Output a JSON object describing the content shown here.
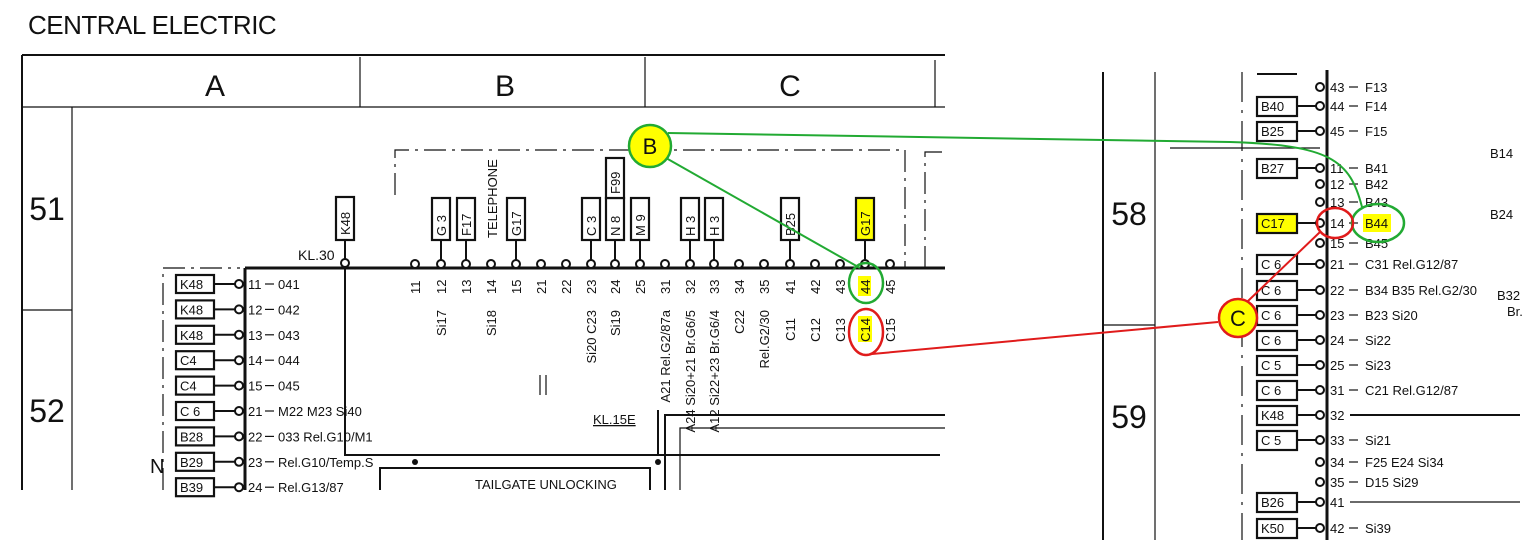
{
  "title": "CENTRAL ELECTRIC",
  "left_sheet": {
    "columns": [
      "A",
      "B",
      "C"
    ],
    "rows": [
      "51",
      "52"
    ],
    "kl30_label": "KL.30",
    "kl30_box": "K48",
    "kl15e_label": "KL.15E",
    "tailgate_label": "TAILGATE UNLOCKING",
    "telephone_label": "TELEPHONE",
    "n_label": "N",
    "callout_b": "B",
    "top_terminals": [
      {
        "num": "11",
        "box": "",
        "note": ""
      },
      {
        "num": "12",
        "box": "G 3",
        "note": "Si17"
      },
      {
        "num": "13",
        "box": "F17",
        "note": ""
      },
      {
        "num": "14",
        "box": "",
        "note": "Si18"
      },
      {
        "num": "15",
        "box": "G17",
        "note": ""
      },
      {
        "num": "21",
        "box": "",
        "note": ""
      },
      {
        "num": "22",
        "box": "",
        "note": ""
      },
      {
        "num": "23",
        "box": "C 3",
        "note": "Si20  C23"
      },
      {
        "num": "24",
        "box": "N 8",
        "box2": "F99",
        "note": "Si19"
      },
      {
        "num": "25",
        "box": "M 9",
        "note": ""
      },
      {
        "num": "31",
        "box": "",
        "note": "A21  Rel.G2/87a"
      },
      {
        "num": "32",
        "box": "H 3",
        "note": "A24  Si20+21  Br.G6/5"
      },
      {
        "num": "33",
        "box": "H 3",
        "note": "A12  Si22+23  Br.G6/4"
      },
      {
        "num": "34",
        "box": "",
        "note": "C22"
      },
      {
        "num": "35",
        "box": "",
        "note": "Rel.G2/30"
      },
      {
        "num": "41",
        "box": "B25",
        "note": "C11"
      },
      {
        "num": "42",
        "box": "",
        "note": "C12"
      },
      {
        "num": "43",
        "box": "",
        "note": "C13"
      },
      {
        "num": "44",
        "box": "G17",
        "note": "C14",
        "highlight": true
      },
      {
        "num": "45",
        "box": "",
        "note": "C15"
      }
    ],
    "side_terminals": [
      {
        "box": "K48",
        "num": "11",
        "text": "041"
      },
      {
        "box": "K48",
        "num": "12",
        "text": "042"
      },
      {
        "box": "K48",
        "num": "13",
        "text": "043"
      },
      {
        "box": "C4",
        "num": "14",
        "text": "044"
      },
      {
        "box": "C4",
        "num": "15",
        "text": "045"
      },
      {
        "box": "C 6",
        "num": "21",
        "text": "M22   M23  Si40"
      },
      {
        "box": "B28",
        "num": "22",
        "text": "033     Rel.G10/M1"
      },
      {
        "box": "B29",
        "num": "23",
        "text": "Rel.G10/Temp.S"
      },
      {
        "box": "B39",
        "num": "24",
        "text": "Rel.G13/87"
      }
    ]
  },
  "right_sheet": {
    "rows": [
      "58",
      "59"
    ],
    "callout_c": "C",
    "terminals": [
      {
        "box": "",
        "num": "43",
        "text": "F13"
      },
      {
        "box": "B40",
        "num": "44",
        "text": "F14"
      },
      {
        "box": "B25",
        "num": "45",
        "text": "F15"
      },
      {
        "box": "B27",
        "num": "11",
        "text": "B41"
      },
      {
        "box": "",
        "num": "12",
        "text": "B42"
      },
      {
        "box": "",
        "num": "13",
        "text": "B43"
      },
      {
        "box": "C17",
        "num": "14",
        "text": "B44",
        "highlight": true
      },
      {
        "box": "",
        "num": "15",
        "text": "B45"
      },
      {
        "box": "C 6",
        "num": "21",
        "text": "C31   Rel.G12/87"
      },
      {
        "box": "C 6",
        "num": "22",
        "text": "B34  B35  Rel.G2/30"
      },
      {
        "box": "C 6",
        "num": "23",
        "text": "B23  Si20"
      },
      {
        "box": "C 6",
        "num": "24",
        "text": "Si22"
      },
      {
        "box": "C 5",
        "num": "25",
        "text": "Si23"
      },
      {
        "box": "C 6",
        "num": "31",
        "text": "C21    Rel.G12/87"
      },
      {
        "box": "K48",
        "num": "32",
        "text": ""
      },
      {
        "box": "C 5",
        "num": "33",
        "text": "Si21"
      },
      {
        "box": "",
        "num": "34",
        "text": "F25    E24    Si34"
      },
      {
        "box": "",
        "num": "35",
        "text": "D15    Si29"
      },
      {
        "box": "B26",
        "num": "41",
        "text": ""
      },
      {
        "box": "K50",
        "num": "42",
        "text": "Si39"
      }
    ],
    "side_labels": [
      "B14",
      "B24",
      "B32",
      "Br."
    ]
  },
  "colors": {
    "highlight": "#ffff00",
    "green": "#22aa33",
    "red": "#e01b1b"
  }
}
